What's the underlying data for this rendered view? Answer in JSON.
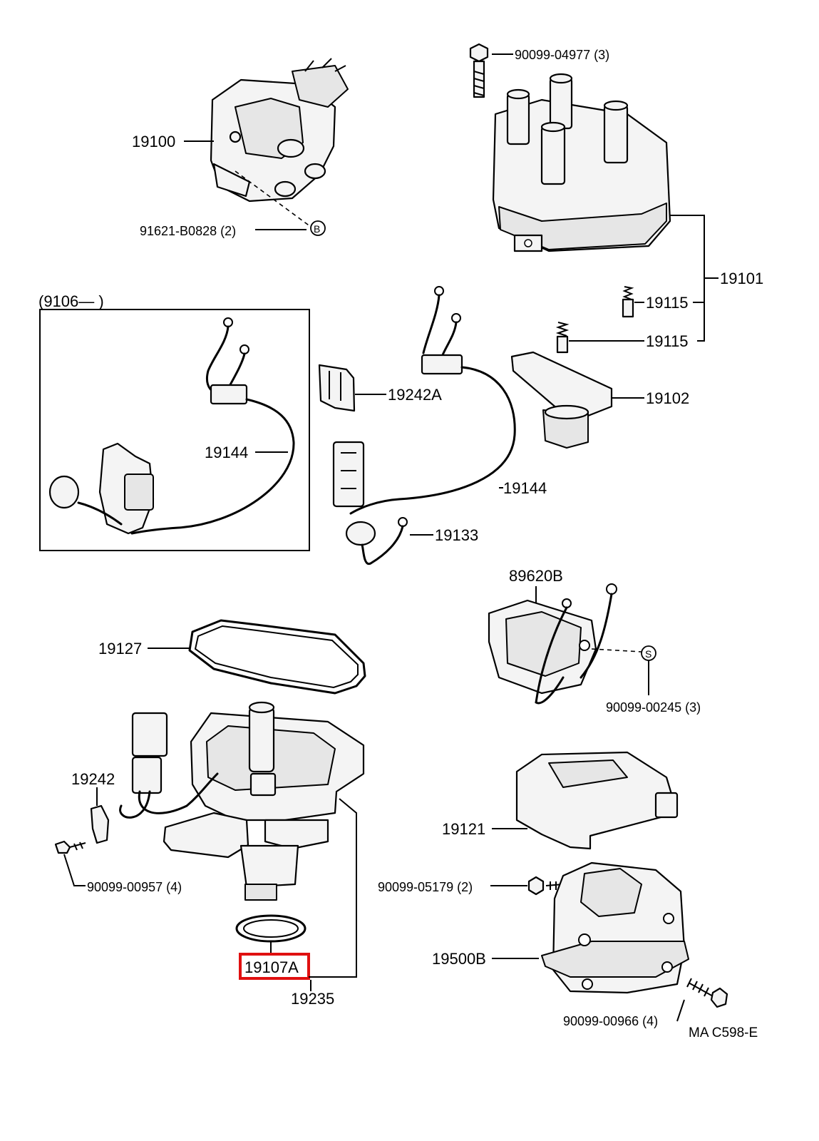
{
  "labels": {
    "p19100": "19100",
    "p91621": "91621-B0828 (2)",
    "p90099_04977": "90099-04977 (3)",
    "p19101": "19101",
    "p19115a": "19115",
    "p19115b": "19115",
    "p19102": "19102",
    "p9106": "(9106—         )",
    "p19144a": "19144",
    "p19242A": "19242A",
    "p19144b": "19144",
    "p19133": "19133",
    "p89620B": "89620B",
    "p90099_00245": "90099-00245 (3)",
    "p19127": "19127",
    "p19242": "19242",
    "p90099_00957": "90099-00957 (4)",
    "p19121": "19121",
    "p90099_05179": "90099-05179 (2)",
    "p19500B": "19500B",
    "p19107A": "19107A",
    "p19235": "19235",
    "p90099_00966": "90099-00966 (4)",
    "code": "MA C598-E",
    "markerB": "B",
    "markerS": "S"
  },
  "highlight": {
    "part": "19107A",
    "color": "#e01010"
  }
}
